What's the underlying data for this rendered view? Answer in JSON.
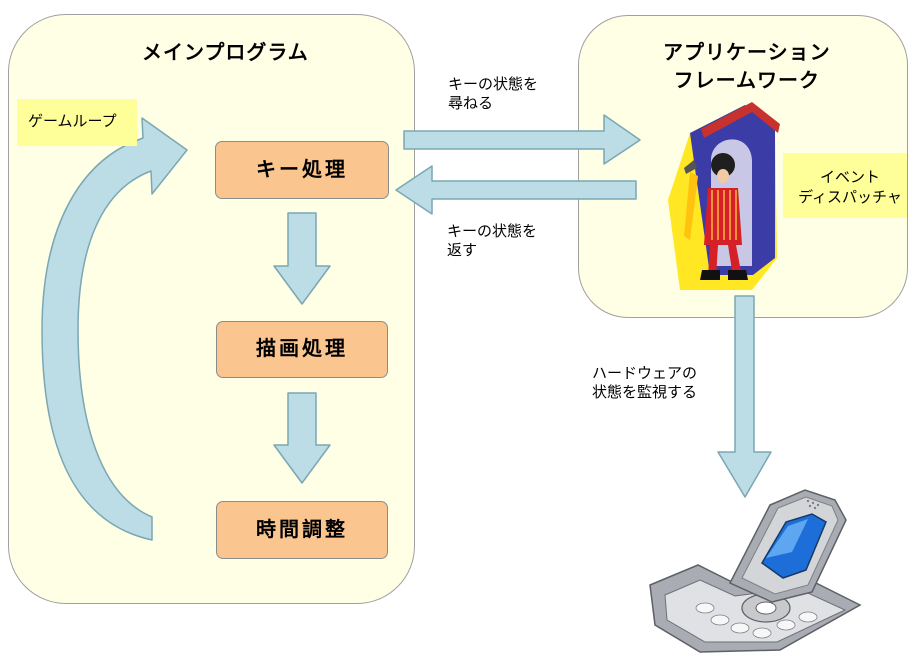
{
  "main_program": {
    "title": "メインプログラム",
    "loop_label": "ゲームループ",
    "steps": [
      "キー処理",
      "描画処理",
      "時間調整"
    ]
  },
  "framework": {
    "title_lines": [
      "アプリケーション",
      "フレームワーク"
    ],
    "dispatcher_lines": [
      "イベント",
      "ディスパッチャ"
    ]
  },
  "arrow_labels": {
    "ask_lines": [
      "キーの状態を",
      "尋ねる"
    ],
    "return_lines": [
      "キーの状態を",
      "返す"
    ],
    "monitor_lines": [
      "ハードウェアの",
      "状態を監視する"
    ]
  },
  "colors": {
    "panel_fill": "#ffffe6",
    "step_fill": "#fbc590",
    "highlight": "#ffff99",
    "arrow_fill": "#bcdde6",
    "arrow_stroke": "#7aa7b3"
  },
  "icons": [
    "guard-icon",
    "mobile-phone-icon"
  ]
}
